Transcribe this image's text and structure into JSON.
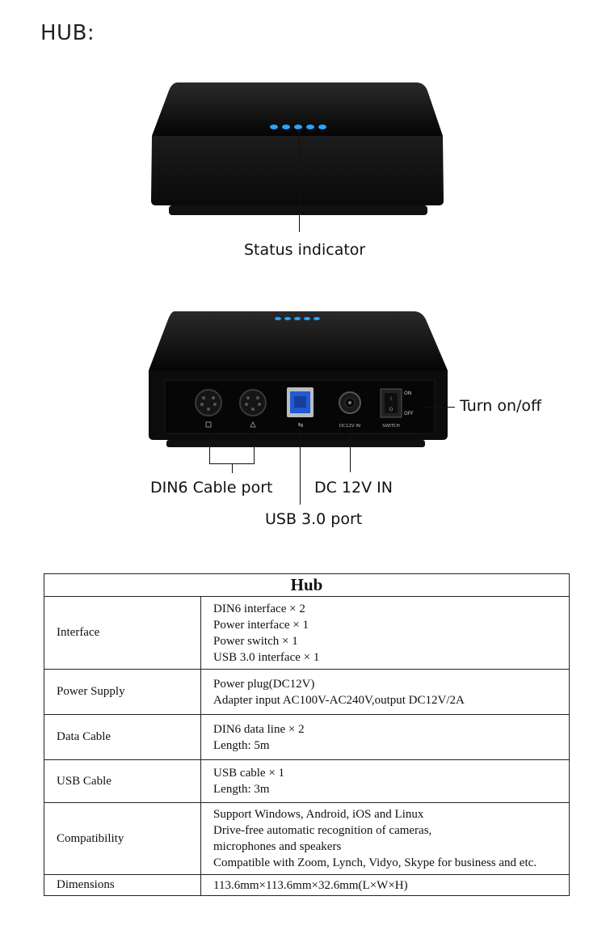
{
  "heading": "HUB:",
  "callouts": {
    "status_indicator": "Status indicator",
    "turn_on_off": "Turn on/off",
    "din6_cable_port": "DIN6 Cable port",
    "dc_12v_in": "DC 12V IN",
    "usb_port": "USB 3.0 port"
  },
  "panel_labels": {
    "dc12v": "DC12V IN",
    "switch": "SWITCH",
    "on": "ON",
    "off": "OFF"
  },
  "table": {
    "title": "Hub",
    "rows": [
      {
        "key": "Interface",
        "lines": [
          "DIN6 interface × 2",
          "Power interface × 1",
          "Power switch × 1",
          "USB 3.0 interface × 1"
        ]
      },
      {
        "key": "Power Supply",
        "lines": [
          "Power plug(DC12V)",
          "Adapter input AC100V-AC240V,output DC12V/2A"
        ]
      },
      {
        "key": "Data Cable",
        "lines": [
          "DIN6 data line × 2",
          "Length: 5m"
        ]
      },
      {
        "key": "USB Cable",
        "lines": [
          "USB cable × 1",
          "Length: 3m"
        ]
      },
      {
        "key": "Compatibility",
        "lines": [
          "Support Windows, Android, iOS and Linux",
          "Drive-free automatic recognition of cameras,",
          "microphones and speakers",
          "Compatible with Zoom, Lynch, Vidyo, Skype for business and etc."
        ]
      },
      {
        "key": "Dimensions",
        "lines": [
          "113.6mm×113.6mm×32.6mm(L×W×H)"
        ]
      }
    ]
  },
  "colors": {
    "device_body": "#0d0d0d",
    "led": "#2aa3ff",
    "usb_port": "#1e5bd6"
  }
}
